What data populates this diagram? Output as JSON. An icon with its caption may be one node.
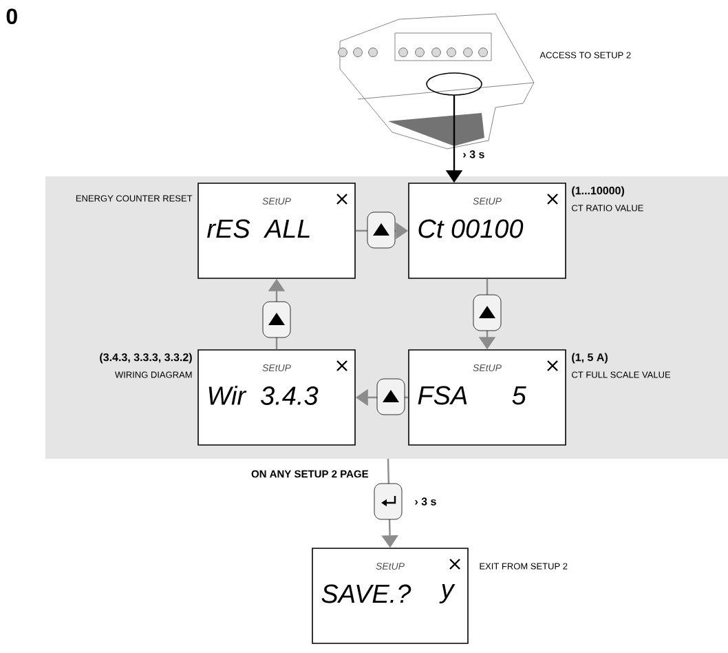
{
  "diagram": {
    "title": "0",
    "nodes": [
      {
        "text": [],
        "shape": "picture",
        "beside": [
          "ACCESS TO SETUP 2"
        ]
      },
      {
        "text": [],
        "shape": "box"
      },
      {
        "text": [
          "SEtUP",
          "rES  ALL"
        ],
        "in": 1,
        "beside": [
          "ENERGY COUNTER RESET"
        ]
      },
      {
        "text": [
          "SEtUP",
          "Ct 00100"
        ],
        "in": 1,
        "beside": [
          "(1...10000)",
          "CT RATIO VALUE"
        ]
      },
      {
        "text": [
          "SEtUP",
          "FSA      5"
        ],
        "in": 1,
        "beside": [
          "(1, 5 A)",
          "CT FULL SCALE VALUE"
        ]
      },
      {
        "text": [
          "SEtUP",
          "Wir  3.4.3"
        ],
        "in": 1,
        "beside": [
          "(3.4.3, 3.3.3, 3.3.2)",
          "WIRING DIAGRAM"
        ]
      },
      {
        "text": [
          "SEtUP",
          "SAVE.?",
          "y"
        ],
        "beside": [
          "EXIT FROM SETUP 2"
        ]
      }
    ],
    "edges": [
      {
        "from": 0,
        "to": 3,
        "arrow": "to",
        "label": "› 3 s",
        "color": "#000000"
      },
      {
        "from": 2,
        "to": 3,
        "arrow": "to"
      },
      {
        "from": 3,
        "to": 4,
        "arrow": "to"
      },
      {
        "from": 4,
        "to": 5,
        "arrow": "to"
      },
      {
        "from": 5,
        "to": 2,
        "arrow": "to"
      },
      {
        "from": 1,
        "to": 6,
        "arrow": "to",
        "label": "› 3 s"
      }
    ],
    "labels": [
      "ON ANY SETUP 2 PAGE"
    ]
  }
}
